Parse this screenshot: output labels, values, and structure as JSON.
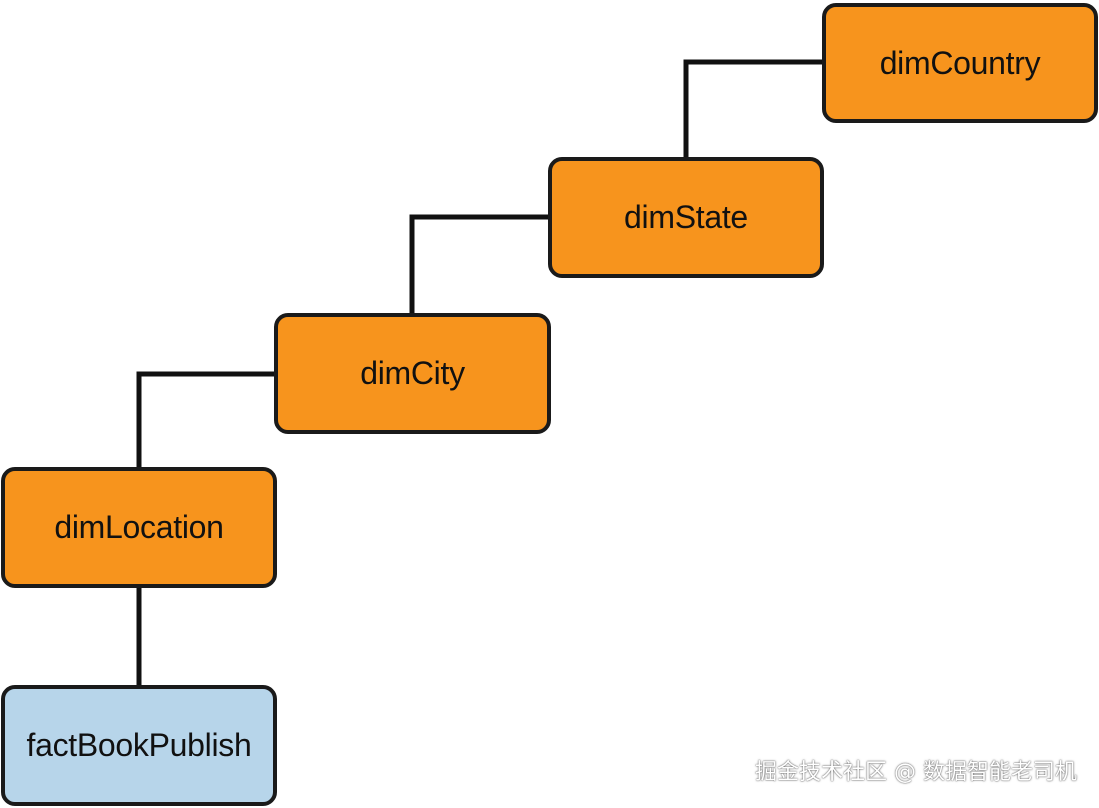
{
  "nodes": {
    "dim_country": "dimCountry",
    "dim_state": "dimState",
    "dim_city": "dimCity",
    "dim_location": "dimLocation",
    "fact_book_publish": "factBookPublish"
  },
  "colors": {
    "dimension_fill": "#f7941d",
    "fact_fill": "#b7d5ea",
    "border": "#1a1a1a",
    "connector": "#111111"
  },
  "watermark": "掘金技术社区 @ 数据智能老司机"
}
